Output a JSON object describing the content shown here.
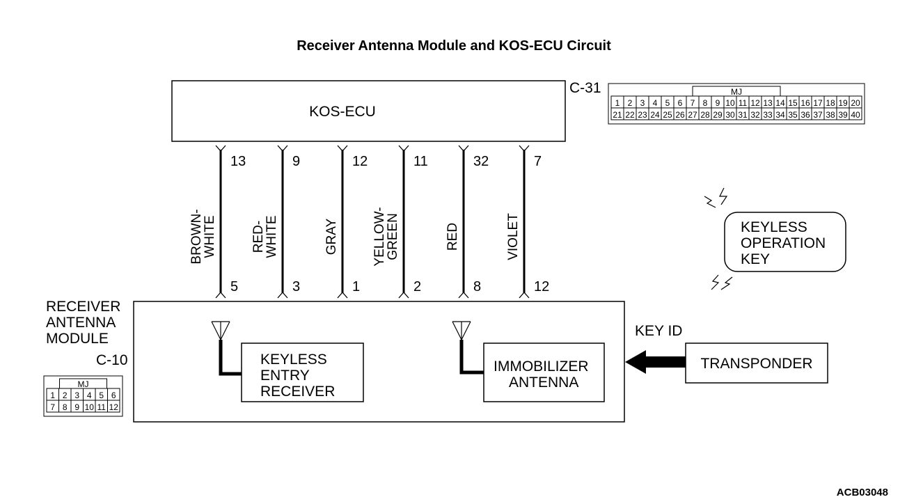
{
  "title": "Receiver Antenna  Module and KOS-ECU Circuit",
  "ecu": {
    "label": "KOS-ECU",
    "connector": "C-31"
  },
  "module": {
    "label_lines": [
      "RECEIVER",
      "ANTENNA",
      "MODULE"
    ],
    "connector": "C-10"
  },
  "keyless_receiver": {
    "lines": [
      "KEYLESS",
      "ENTRY",
      "RECEIVER"
    ]
  },
  "immobilizer": {
    "lines": [
      "IMMOBILIZER",
      "ANTENNA"
    ]
  },
  "transponder": {
    "label": "TRANSPONDER",
    "arrow_label": "KEY ID"
  },
  "operation_key": {
    "lines": [
      "KEYLESS",
      "OPERATION",
      "KEY"
    ]
  },
  "wires": [
    {
      "top_pin": "13",
      "bottom_pin": "5",
      "color_lines": [
        "BROWN-",
        "WHITE"
      ]
    },
    {
      "top_pin": "9",
      "bottom_pin": "3",
      "color_lines": [
        "RED-",
        "WHITE"
      ]
    },
    {
      "top_pin": "12",
      "bottom_pin": "1",
      "color_lines": [
        "GRAY"
      ]
    },
    {
      "top_pin": "11",
      "bottom_pin": "2",
      "color_lines": [
        "YELLOW-",
        "GREEN"
      ]
    },
    {
      "top_pin": "32",
      "bottom_pin": "8",
      "color_lines": [
        "RED"
      ]
    },
    {
      "top_pin": "7",
      "bottom_pin": "12",
      "color_lines": [
        "VIOLET"
      ]
    }
  ],
  "connector_c31": {
    "tag": "MJ",
    "row1": [
      "1",
      "2",
      "3",
      "4",
      "5",
      "6",
      "7",
      "8",
      "9",
      "10",
      "11",
      "12",
      "13",
      "14",
      "15",
      "16",
      "17",
      "18",
      "19",
      "20"
    ],
    "row2": [
      "21",
      "22",
      "23",
      "24",
      "25",
      "26",
      "27",
      "28",
      "29",
      "30",
      "31",
      "32",
      "33",
      "34",
      "35",
      "36",
      "37",
      "38",
      "39",
      "40"
    ]
  },
  "connector_c10": {
    "tag": "MJ",
    "row1": [
      "1",
      "2",
      "3",
      "4",
      "5",
      "6"
    ],
    "row2": [
      "7",
      "8",
      "9",
      "10",
      "11",
      "12"
    ]
  },
  "diagram_code": "ACB03048"
}
